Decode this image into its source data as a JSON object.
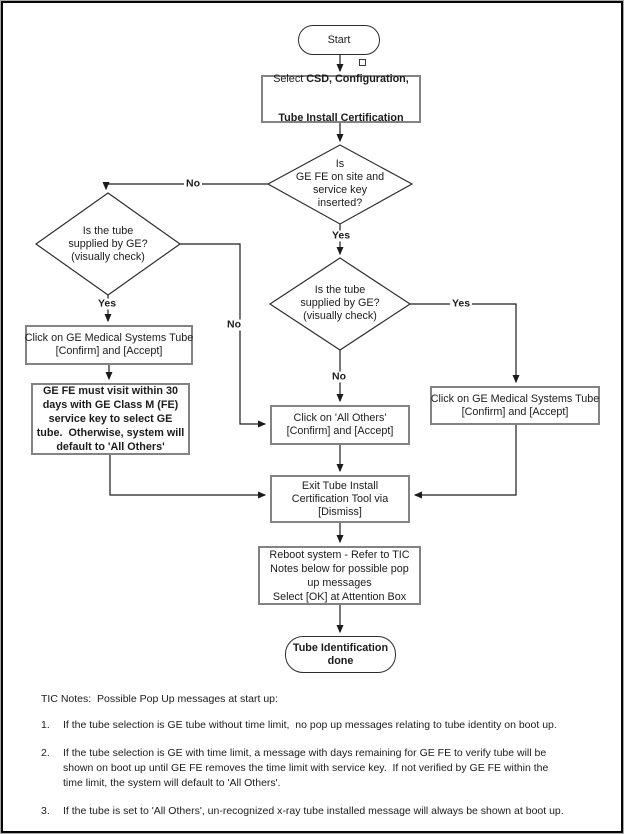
{
  "flowchart": {
    "start": "Start",
    "select": {
      "line1_normal": "Select ",
      "line1_bold": "CSD, Configuration,",
      "line2_bold": "Tube Install Certification"
    },
    "decision_fe_onsite": "Is\nGE FE on site and\nservice key\ninserted?",
    "decision_tube_left": "Is the tube\nsupplied by GE?\n(visually check)",
    "decision_tube_mid": "Is the tube\nsupplied by GE?\n(visually check)",
    "left_confirm_box": "Click on GE Medical Systems Tube\n[Confirm] and [Accept]",
    "must_visit_box": "GE FE must visit within 30\ndays with GE Class M (FE)\nservice key to select GE\ntube.  Otherwise, system will\ndefault to 'All Others'",
    "all_others_box": "Click on 'All Others'\n[Confirm] and [Accept]",
    "exit_box": "Exit Tube Install\nCertification Tool via\n[Dismiss]",
    "right_confirm_box": "Click on GE Medical Systems Tube\n[Confirm] and [Accept]",
    "reboot_box": "Reboot system - Refer to TIC\nNotes below for possible pop\nup messages\nSelect [OK] at Attention Box",
    "done_terminal": "Tube Identification\ndone",
    "labels": {
      "yes": "Yes",
      "no": "No"
    }
  },
  "notes": {
    "header": "TIC Notes:  Possible Pop Up messages at start up:",
    "items": [
      {
        "num": "1.",
        "text": "If the tube selection is GE tube without time limit,  no pop up messages relating to tube identity on boot up."
      },
      {
        "num": "2.",
        "text": "If the tube selection is GE with time limit, a message with days remaining for GE FE to verify tube will be\nshown on boot up until GE FE removes the time limit with service key.  If not verified by GE FE within the\ntime limit, the system will default to 'All Others'."
      },
      {
        "num": "3.",
        "text": "If the tube is set to 'All Others', un-recognized x-ray tube installed message will always be shown at boot up."
      }
    ]
  },
  "colors": {
    "line": "#1c1c1c",
    "box_border": "#838383",
    "diamond_border": "#2e2e2e"
  }
}
